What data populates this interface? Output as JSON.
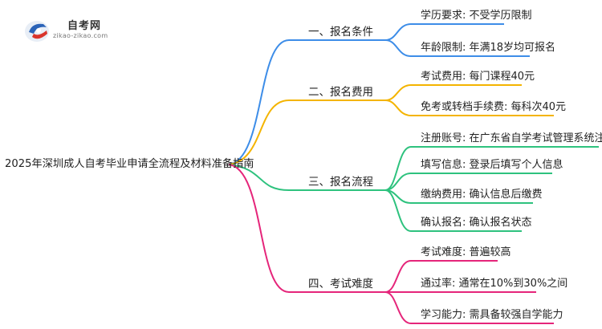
{
  "logo": {
    "title": "自考网",
    "url": "zikao-zikao.com"
  },
  "root": "2025年深圳成人自考毕业申请全流程及材料准备指南",
  "colors": {
    "branch1": "#3d8de8",
    "branch2": "#f4b400",
    "branch3": "#2ec27e",
    "branch4": "#e5257a"
  },
  "branches": [
    {
      "label": "一、报名条件",
      "leaves": [
        "学历要求: 不受学历限制",
        "年龄限制: 年满18岁均可报名"
      ]
    },
    {
      "label": "二、报名费用",
      "leaves": [
        "考试费用: 每门课程40元",
        "免考或转档手续费: 每科次40元"
      ]
    },
    {
      "label": "三、报名流程",
      "leaves": [
        "注册账号: 在广东省自学考试管理系统注册",
        "填写信息: 登录后填写个人信息",
        "缴纳费用: 确认信息后缴费",
        "确认报名: 确认报名状态"
      ]
    },
    {
      "label": "四、考试难度",
      "leaves": [
        "考试难度: 普遍较高",
        "通过率: 通常在10%到30%之间",
        "学习能力: 需具备较强自学能力"
      ]
    }
  ]
}
